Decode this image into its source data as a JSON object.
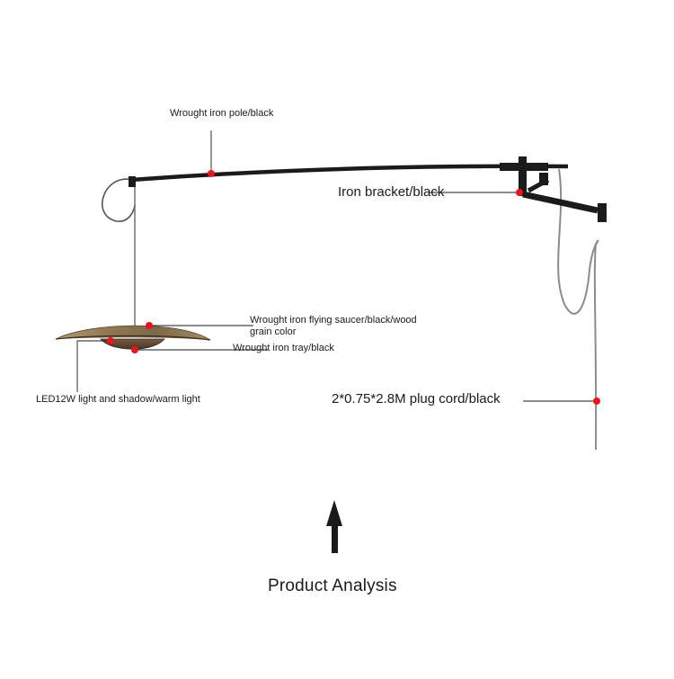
{
  "labels": {
    "pole": "Wrought iron pole/black",
    "bracket": "Iron bracket/black",
    "saucer": "Wrought iron flying saucer/black/wood grain color",
    "tray": "Wrought iron tray/black",
    "led": "LED12W light and shadow/warm light",
    "cord": "2*0.75*2.8M plug cord/black"
  },
  "caption": "Product Analysis",
  "colors": {
    "marker": "#e8141c",
    "metal": "#1b1b1b",
    "wood": "#8a7452",
    "cord": "#8c8c8c"
  }
}
